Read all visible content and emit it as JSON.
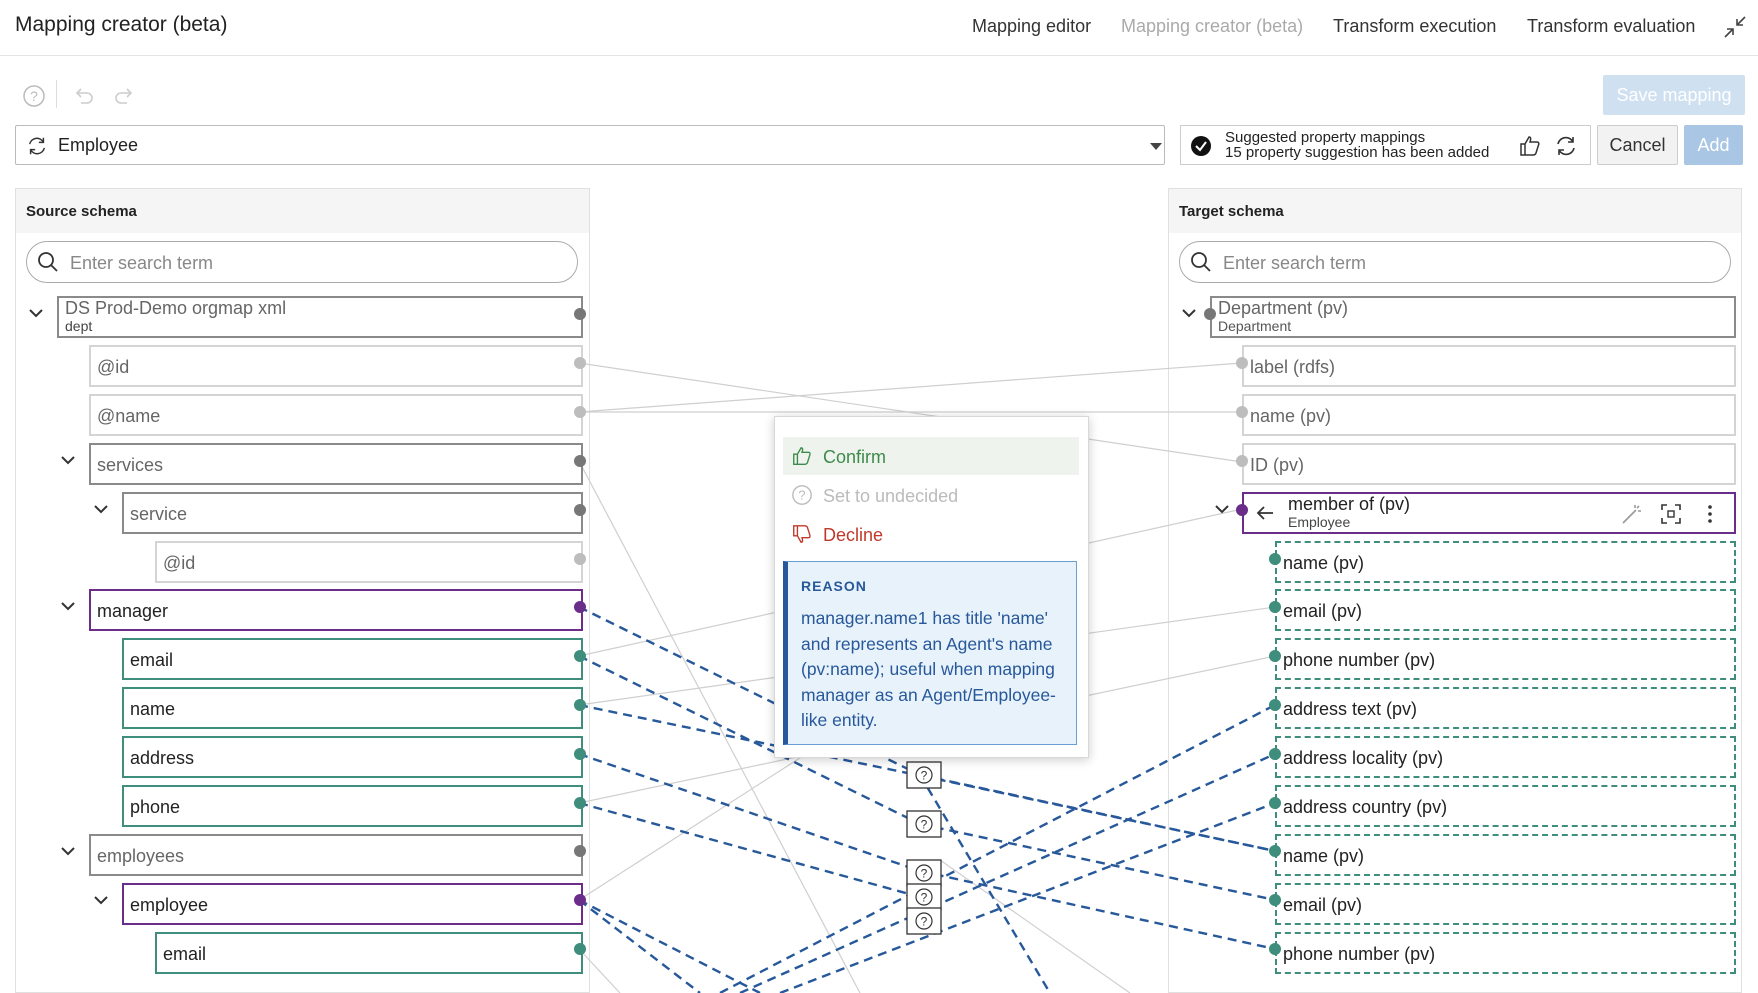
{
  "header": {
    "title": "Mapping creator (beta)",
    "nav": [
      "Mapping editor",
      "Mapping creator (beta)",
      "Transform execution",
      "Transform evaluation"
    ],
    "active_nav": "Mapping creator (beta)"
  },
  "toolbar": {
    "save_label": "Save mapping"
  },
  "target_class": {
    "value": "Employee"
  },
  "suggestions": {
    "title": "Suggested property mappings",
    "subtitle": "15 property suggestion has been added"
  },
  "actions": {
    "cancel": "Cancel",
    "add": "Add"
  },
  "source": {
    "title": "Source schema",
    "search_placeholder": "Enter search term",
    "root": {
      "label": "DS Prod-Demo orgmap xml",
      "sub": "dept"
    },
    "nodes": [
      "@id",
      "@name",
      "services",
      "service",
      "@id",
      "manager",
      "email",
      "name",
      "address",
      "phone",
      "employees",
      "employee",
      "email"
    ]
  },
  "target": {
    "title": "Target schema",
    "search_placeholder": "Enter search term",
    "root": {
      "label": "Department (pv)",
      "sub": "Department"
    },
    "nodes": [
      "label (rdfs)",
      "name (pv)",
      "ID (pv)"
    ],
    "member": {
      "label": "member of (pv)",
      "sub": "Employee"
    },
    "members": [
      "name (pv)",
      "email (pv)",
      "phone number (pv)",
      "address text (pv)",
      "address locality (pv)",
      "address country (pv)",
      "name (pv)",
      "email (pv)",
      "phone number (pv)"
    ]
  },
  "popup": {
    "confirm": "Confirm",
    "undecided": "Set to undecided",
    "decline": "Decline",
    "reason_title": "REASON",
    "reason_text": "manager.name1 has title 'name' and represents an Agent's name (pv:name); useful when mapping manager as an Agent/Employee-like entity."
  },
  "colors": {
    "accent": "#6a2e8a",
    "match": "#3f8d7c",
    "suggestion": "#27589a",
    "confirm": "#3d8b4a",
    "decline": "#c0392b"
  }
}
